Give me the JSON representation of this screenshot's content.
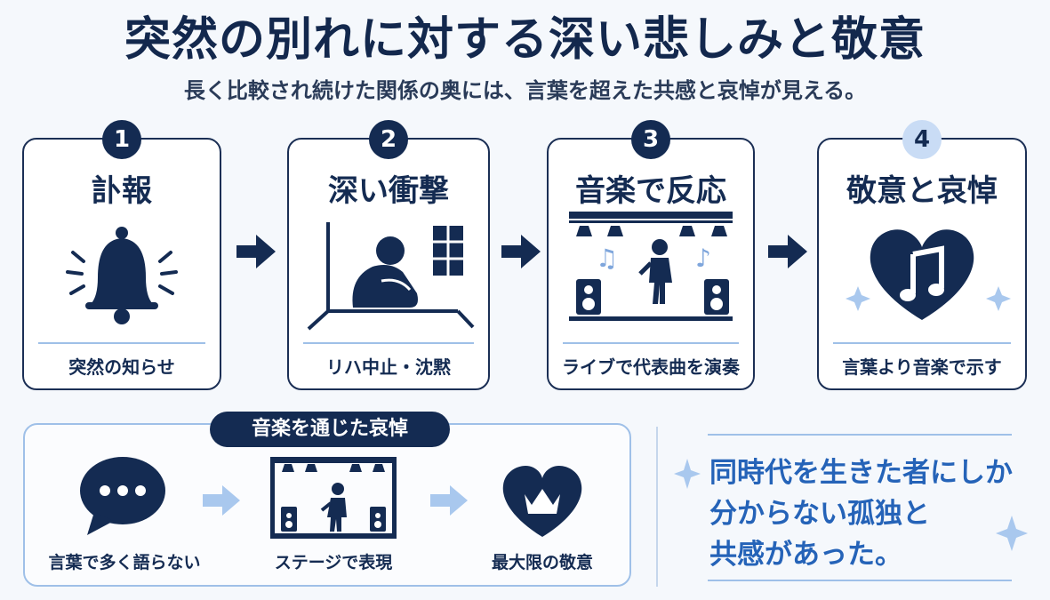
{
  "header": {
    "title": "突然の別れに対する深い悲しみと敬意",
    "subtitle": "長く比較され続けた関係の奥には、言葉を超えた共感と哀悼が見える。"
  },
  "steps": [
    {
      "number": "1",
      "title": "訃報",
      "caption": "突然の知らせ",
      "icon": "bell-icon"
    },
    {
      "number": "2",
      "title": "深い衝撃",
      "caption": "リハ中止・沈黙",
      "icon": "grieving-person-icon"
    },
    {
      "number": "3",
      "title": "音楽で反応",
      "caption": "ライブで代表曲を演奏",
      "icon": "stage-performer-icon"
    },
    {
      "number": "4",
      "title": "敬意と哀悼",
      "caption": "言葉より音楽で示す",
      "icon": "music-heart-icon"
    }
  ],
  "bottom": {
    "label": "音楽を通じた哀悼",
    "items": [
      {
        "caption": "言葉で多く語らない",
        "icon": "speech-bubble-icon"
      },
      {
        "caption": "ステージで表現",
        "icon": "stage-icon"
      },
      {
        "caption": "最大限の敬意",
        "icon": "crown-heart-icon"
      }
    ]
  },
  "quote": {
    "lines": [
      "同時代を生きた者にしか",
      "分からない孤独と",
      "共感があった。"
    ]
  },
  "colors": {
    "navy": "#142b52",
    "accent_blue": "#2563b8",
    "light_blue": "#9fc0e8",
    "background": "#f5f8fc"
  }
}
